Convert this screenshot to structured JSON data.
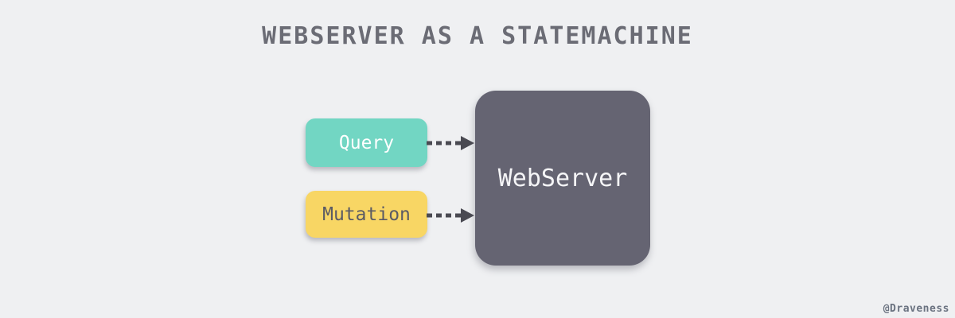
{
  "title": "WEBSERVER AS A STATEMACHINE",
  "watermark": "@Draveness",
  "diagram": {
    "nodes": [
      {
        "id": "query",
        "label": "Query",
        "fill": "#72d6c3",
        "text_color": "#ffffff"
      },
      {
        "id": "mutation",
        "label": "Mutation",
        "fill": "#f8d664",
        "text_color": "#5b5b64"
      },
      {
        "id": "webserver",
        "label": "WebServer",
        "fill": "#656472",
        "text_color": "#f5f5f7"
      }
    ],
    "edges": [
      {
        "from": "query",
        "to": "webserver",
        "style": "dashed-arrow"
      },
      {
        "from": "mutation",
        "to": "webserver",
        "style": "dashed-arrow"
      }
    ],
    "colors": {
      "background": "#eff0f2",
      "title": "#6b6c75",
      "arrow": "#4a4a52",
      "watermark": "#6a7280"
    }
  }
}
